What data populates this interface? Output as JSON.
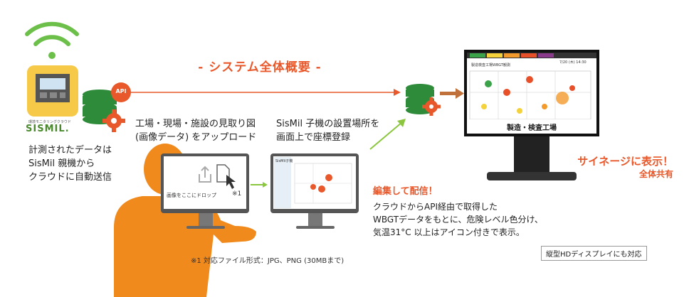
{
  "title": "- システム全体概要 -",
  "sensor": {
    "logo_sub": "環境モニタリングクラウド",
    "logo_text": "SISMIL.",
    "caption": [
      "計測されたデータは",
      "SisMil 親機から",
      "クラウドに自動送信"
    ]
  },
  "cloud": {
    "api_label": "API"
  },
  "step1": {
    "caption": [
      "工場・現場・施設の見取り図",
      "(画像データ) をアップロード"
    ],
    "drop_text": "画像をここにドロップ",
    "drop_note": "※1"
  },
  "step2": {
    "caption": [
      "SisMil 子機の設置場所を",
      "画面上で座標登録"
    ],
    "panel_title": "SisMil子機"
  },
  "edit": {
    "heading": "編集して配信！",
    "lines": [
      "クラウドからAPI経由で取得した",
      "WBGTデータをもとに、危険レベル色分け、",
      "気温31°C 以上はアイコン付きで表示。"
    ]
  },
  "footnote": "※1 対応ファイル形式：JPG、PNG (30MBまで)",
  "display": {
    "screen_label": "製造・検査工場",
    "header_text": "7/20 (木) 14:30",
    "map_title": "製造検査工場WBGT観測",
    "promo": "サイネージに表示！",
    "promo_sub": "全体共有",
    "vertical_note": "縦型HDディスプレイにも対応"
  },
  "colors": {
    "accent": "#e8582a",
    "green": "#2e8b3a",
    "arrow_green": "#8cc63f",
    "person": "#f08a1c",
    "levels": [
      "#3aa34a",
      "#f4d23c",
      "#f39a2c",
      "#e8502a",
      "#8a3a8a"
    ]
  },
  "icons": [
    "wifi-icon",
    "sensor-device-icon",
    "database-icon",
    "gear-icon",
    "upload-icon",
    "document-icon",
    "cursor-icon",
    "person-silhouette"
  ]
}
